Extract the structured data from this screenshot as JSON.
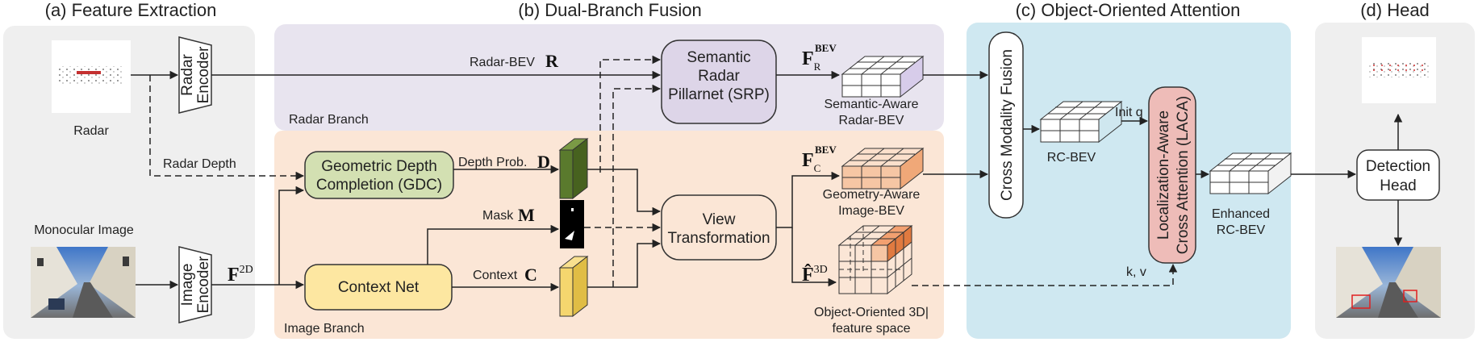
{
  "sections": {
    "feature_extraction": "(a) Feature Extraction",
    "dual_branch_fusion": "(b) Dual-Branch Fusion",
    "object_oriented_attention": "(c) Object-Oriented Attention",
    "head": "(d) Head"
  },
  "branches": {
    "radar": "Radar Branch",
    "image": "Image Branch"
  },
  "inputs": {
    "radar": "Radar",
    "monocular_image": "Monocular Image"
  },
  "encoders": {
    "radar_line1": "Radar",
    "radar_line2": "Encoder",
    "image_line1": "Image",
    "image_line2": "Encoder"
  },
  "modules": {
    "srp_line1": "Semantic",
    "srp_line2": "Radar",
    "srp_line3": "Pillarnet (SRP)",
    "gdc_line1": "Geometric Depth",
    "gdc_line2": "Completion (GDC)",
    "context_net": "Context Net",
    "view_line1": "View",
    "view_line2": "Transformation",
    "cmf": "Cross Modality Fusion",
    "laca_line1": "Localization-Aware",
    "laca_line2": "Cross Attention (LACA)",
    "det_line1": "Detection",
    "det_line2": "Head"
  },
  "labels": {
    "radar_bev": "Radar-BEV",
    "radar_bev_sym": "R",
    "radar_depth": "Radar Depth",
    "depth_prob": "Depth Prob.",
    "depth_sym": "D",
    "mask": "Mask",
    "mask_sym": "M",
    "context": "Context",
    "context_sym": "C",
    "f2d": "F",
    "f2d_sup": "2D",
    "fr": "F",
    "fr_sub": "R",
    "fr_sup": "BEV",
    "fc": "F",
    "fc_sub": "C",
    "fc_sup": "BEV",
    "f3d": "F̂",
    "f3d_sup": "3D",
    "sem_line1": "Semantic-Aware",
    "sem_line2": "Radar-BEV",
    "geo_line1": "Geometry-Aware",
    "geo_line2": "Image-BEV",
    "obj_line1": "Object-Oriented 3D|",
    "obj_line2": "feature space",
    "rc_bev": "RC-BEV",
    "init_q": "Init q",
    "kv": "k, v",
    "enh_line1": "Enhanced",
    "enh_line2": "RC-BEV"
  },
  "colors": {
    "panel_gray": "#efefef",
    "radar_branch": "#e8e4ef",
    "image_branch": "#fbe6d6",
    "attention_panel": "#cfe8f1",
    "srp_fill": "#ddd5e8",
    "gdc_fill": "#d3e0b2",
    "context_fill": "#fde7a1",
    "laca_fill": "#eebcb8",
    "orange_cube": "#f6c6a4",
    "blue_cube": "#cfe7ef",
    "depth_block": "#5a7a2d",
    "context_block": "#f5d66e"
  }
}
